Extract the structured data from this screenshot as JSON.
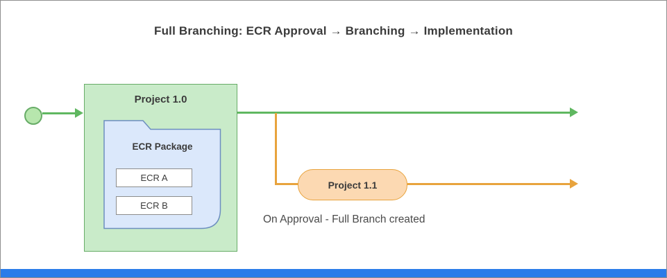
{
  "title": "Full Branching: ECR Approval → Branching → Implementation",
  "diagram": {
    "project_1_0": {
      "label": "Project 1.0"
    },
    "ecr_package": {
      "label": "ECR Package",
      "items": [
        {
          "label": "ECR A"
        },
        {
          "label": "ECR B"
        }
      ]
    },
    "project_1_1": {
      "label": "Project 1.1"
    },
    "caption": "On Approval - Full Branch created"
  },
  "colors": {
    "green_fill": "#c9ebc9",
    "green_stroke": "#67ac67",
    "green_line": "#5fb760",
    "circle_fill": "#b7e6ad",
    "blue_fill": "#dbe8fb",
    "blue_stroke": "#6c8ebf",
    "orange_fill": "#fcd9b2",
    "orange_stroke": "#e8a33d",
    "bottom_bar": "#2b7ce9",
    "text": "#3b3b3b"
  }
}
